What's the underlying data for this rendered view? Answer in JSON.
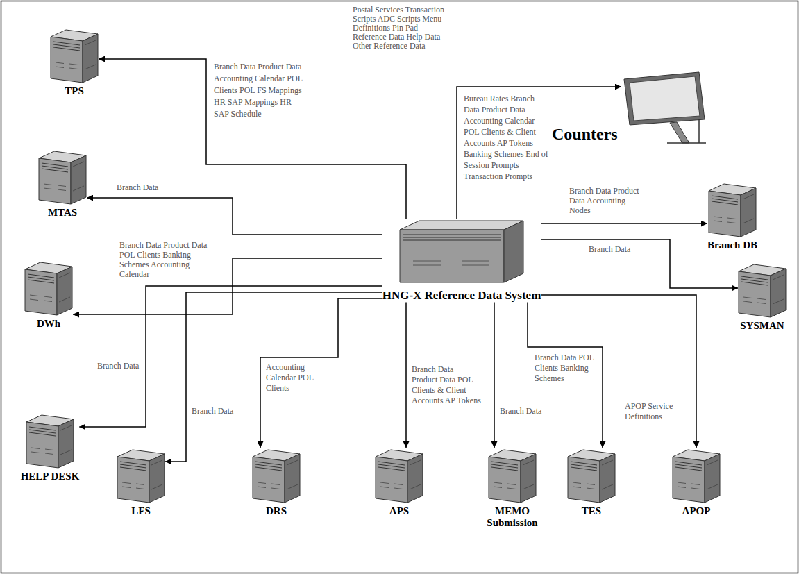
{
  "diagram": {
    "nodes": [
      {
        "text": [
          "TPS"
        ]
      },
      {
        "text": [
          "Counters"
        ]
      },
      {
        "text": [
          "MTAS"
        ]
      },
      {
        "text": [
          "HNG-X Reference Data System"
        ]
      },
      {
        "text": [
          "Branch DB"
        ]
      },
      {
        "text": [
          "DWh"
        ]
      },
      {
        "text": [
          "SYSMAN"
        ]
      },
      {
        "text": [
          "HELP DESK"
        ]
      },
      {
        "text": [
          "LFS"
        ]
      },
      {
        "text": [
          "DRS"
        ]
      },
      {
        "text": [
          "APS"
        ]
      },
      {
        "text": [
          "MEMO Submission"
        ]
      },
      {
        "text": [
          "TES"
        ]
      },
      {
        "text": [
          "APOP"
        ]
      }
    ],
    "edges": [
      {
        "from": 3,
        "to": 0,
        "arrow": "to",
        "label": "Branch Data Product Data Accounting Calendar POL Clients POL FS Mappings HR SAP Mappings HR SAP Schedule"
      },
      {
        "from": 3,
        "to": 1,
        "arrow": "to",
        "label": "Bureau Rates Branch Data Product Data Accounting Calendar POL Clients & Client Accounts AP Tokens Banking Schemes End of Session Prompts Transaction Prompts"
      },
      {
        "from": 3,
        "to": 2,
        "arrow": "to",
        "label": "Branch Data"
      },
      {
        "from": 3,
        "to": 4,
        "arrow": "to",
        "label": "Branch Data Product Data Accounting Nodes"
      },
      {
        "from": 3,
        "to": 5,
        "arrow": "to",
        "label": "Branch Data Product Data POL Clients Banking Schemes Accounting Calendar"
      },
      {
        "from": 3,
        "to": 6,
        "arrow": "to",
        "label": "Branch Data"
      },
      {
        "from": 3,
        "to": 7,
        "arrow": "to",
        "label": "Branch Data"
      },
      {
        "from": 3,
        "to": 8,
        "arrow": "to",
        "label": "Branch Data"
      },
      {
        "from": 3,
        "to": 9,
        "arrow": "to",
        "label": "Accounting Calendar POL Clients"
      },
      {
        "from": 3,
        "to": 10,
        "arrow": "to",
        "label": "Branch Data Product Data POL Clients & Client Accounts AP Tokens"
      },
      {
        "from": 3,
        "to": 11,
        "arrow": "to",
        "label": "Branch Data"
      },
      {
        "from": 3,
        "to": 12,
        "arrow": "to",
        "label": "Branch Data POL Clients Banking Schemes"
      },
      {
        "from": 3,
        "to": 13,
        "arrow": "to",
        "label": "APOP Service Definitions"
      }
    ],
    "labels": [
      "Postal Services Transaction Scripts ADC Scripts Menu Definitions Pin Pad Reference Data Help Data Other Reference Data"
    ]
  }
}
